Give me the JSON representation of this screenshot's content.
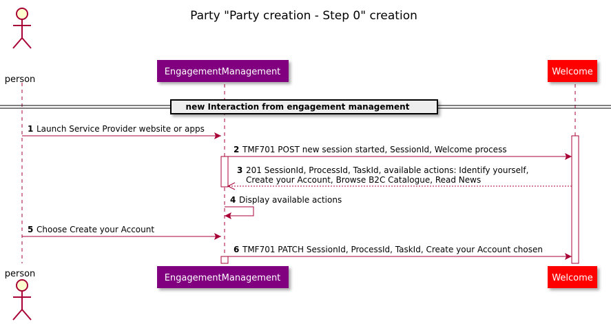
{
  "title": "Party \"Party creation - Step 0\" creation",
  "participants": {
    "person": {
      "label": "person"
    },
    "engagement": {
      "label": "EngagementManagement",
      "color": "#800080"
    },
    "welcome": {
      "label": "Welcome",
      "color": "#ff0000"
    }
  },
  "divider": {
    "label": "new Interaction from engagement management"
  },
  "messages": [
    {
      "num": "1",
      "lines": [
        "Launch Service Provider website or apps"
      ]
    },
    {
      "num": "2",
      "lines": [
        "TMF701 POST new session started, SessionId, Welcome process"
      ]
    },
    {
      "num": "3",
      "lines": [
        "201 SessionId, ProcessId, TaskId, available actions: Identify yourself,",
        "Create your Account, Browse B2C Catalogue, Read News"
      ]
    },
    {
      "num": "4",
      "lines": [
        "Display available actions"
      ]
    },
    {
      "num": "5",
      "lines": [
        "Choose Create your Account"
      ]
    },
    {
      "num": "6",
      "lines": [
        "TMF701 PATCH SessionId, ProcessId, TaskId, Create your Account chosen"
      ]
    }
  ],
  "colors": {
    "arrow": "#a80036",
    "actor_fill": "#fefece",
    "lifeline": "#a80036"
  }
}
